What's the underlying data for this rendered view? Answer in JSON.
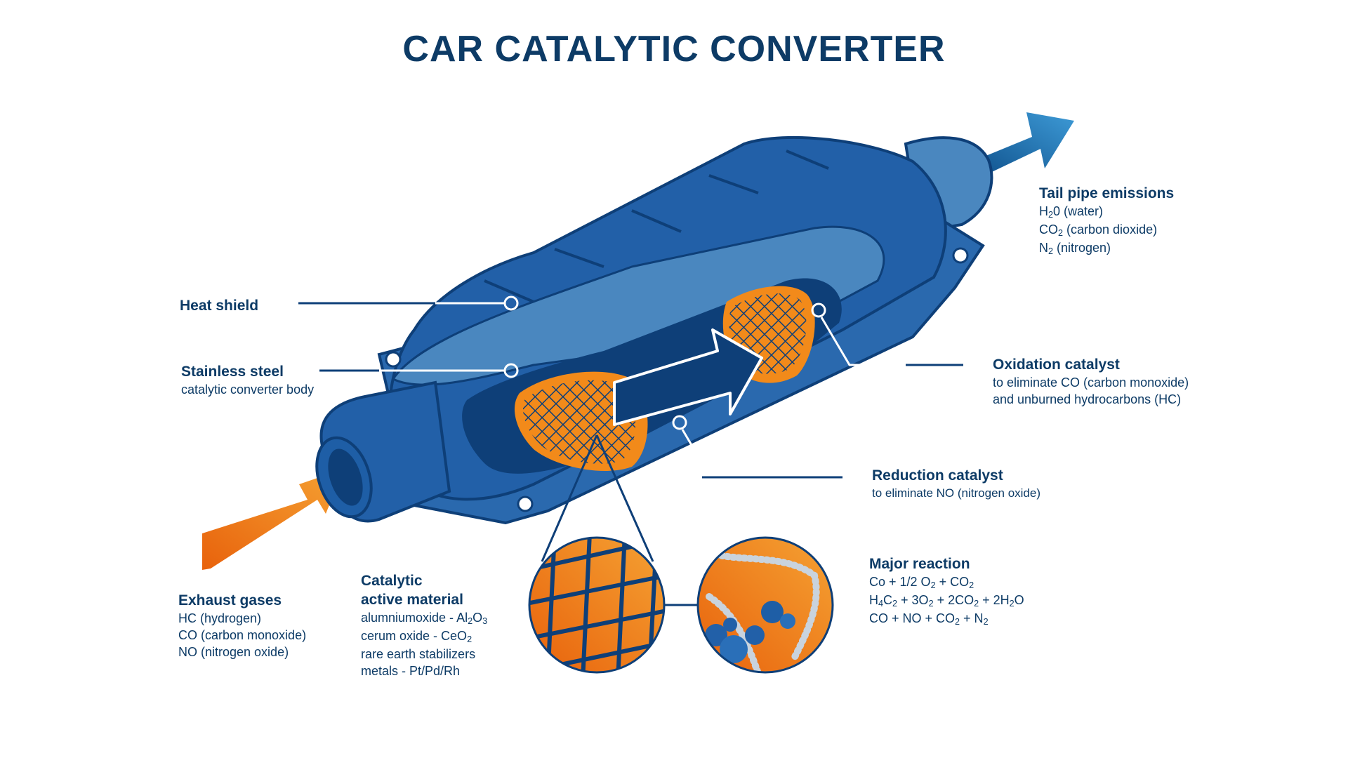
{
  "title": "CAR CATALYTIC CONVERTER",
  "colors": {
    "navy": "#0d3b66",
    "blue": "#2260a8",
    "dark_blue": "#0e3f78",
    "light_blue": "#4a87bf",
    "orange": "#f28a1a",
    "orange_dark": "#e8620c",
    "white": "#ffffff"
  },
  "labels": {
    "heat_shield": {
      "head": "Heat shield"
    },
    "stainless_steel": {
      "head": "Stainless steel",
      "line1": "catalytic converter body"
    },
    "tail_pipe": {
      "head": "Tail pipe emissions",
      "line1": {
        "a": "H",
        "sub": "2",
        "b": "0 (water)"
      },
      "line2": {
        "a": "CO",
        "sub": "2",
        "b": " (carbon dioxide)"
      },
      "line3": {
        "a": "N",
        "sub": "2",
        "b": " (nitrogen)"
      }
    },
    "oxidation": {
      "head": "Oxidation catalyst",
      "line1": "to eliminate CO (carbon monoxide)",
      "line2": "and unburned hydrocarbons (HC)"
    },
    "reduction": {
      "head": "Reduction catalyst",
      "line1": "to eliminate NO (nitrogen oxide)"
    },
    "exhaust": {
      "head": "Exhaust gases",
      "line1": "HC (hydrogen)",
      "line2": "CO (carbon monoxide)",
      "line3": "NO (nitrogen oxide)"
    },
    "catalytic": {
      "head1": "Catalytic",
      "head2": "active material",
      "line1": {
        "a": "alumniumoxide - Al",
        "sub1": "2",
        "b": "O",
        "sub2": "3"
      },
      "line2": {
        "a": "cerum oxide - CeO",
        "sub": "2"
      },
      "line3": "rare earth stabilizers",
      "line4": "metals -  Pt/Pd/Rh"
    },
    "major": {
      "head": "Major reaction",
      "line1": {
        "a": "Co + 1/2 O",
        "sub1": "2",
        "b": " + CO",
        "sub2": "2"
      },
      "line2": {
        "a": "H",
        "s1": "4",
        "b": "C",
        "s2": "2",
        "c": " + 3O",
        "s3": "2",
        "d": " + 2CO",
        "s4": "2",
        "e": " + 2H",
        "s5": "2",
        "f": "O"
      },
      "line3": {
        "a": "CO + NO + CO",
        "sub1": "2",
        "b": " + N",
        "sub2": "2"
      }
    }
  }
}
